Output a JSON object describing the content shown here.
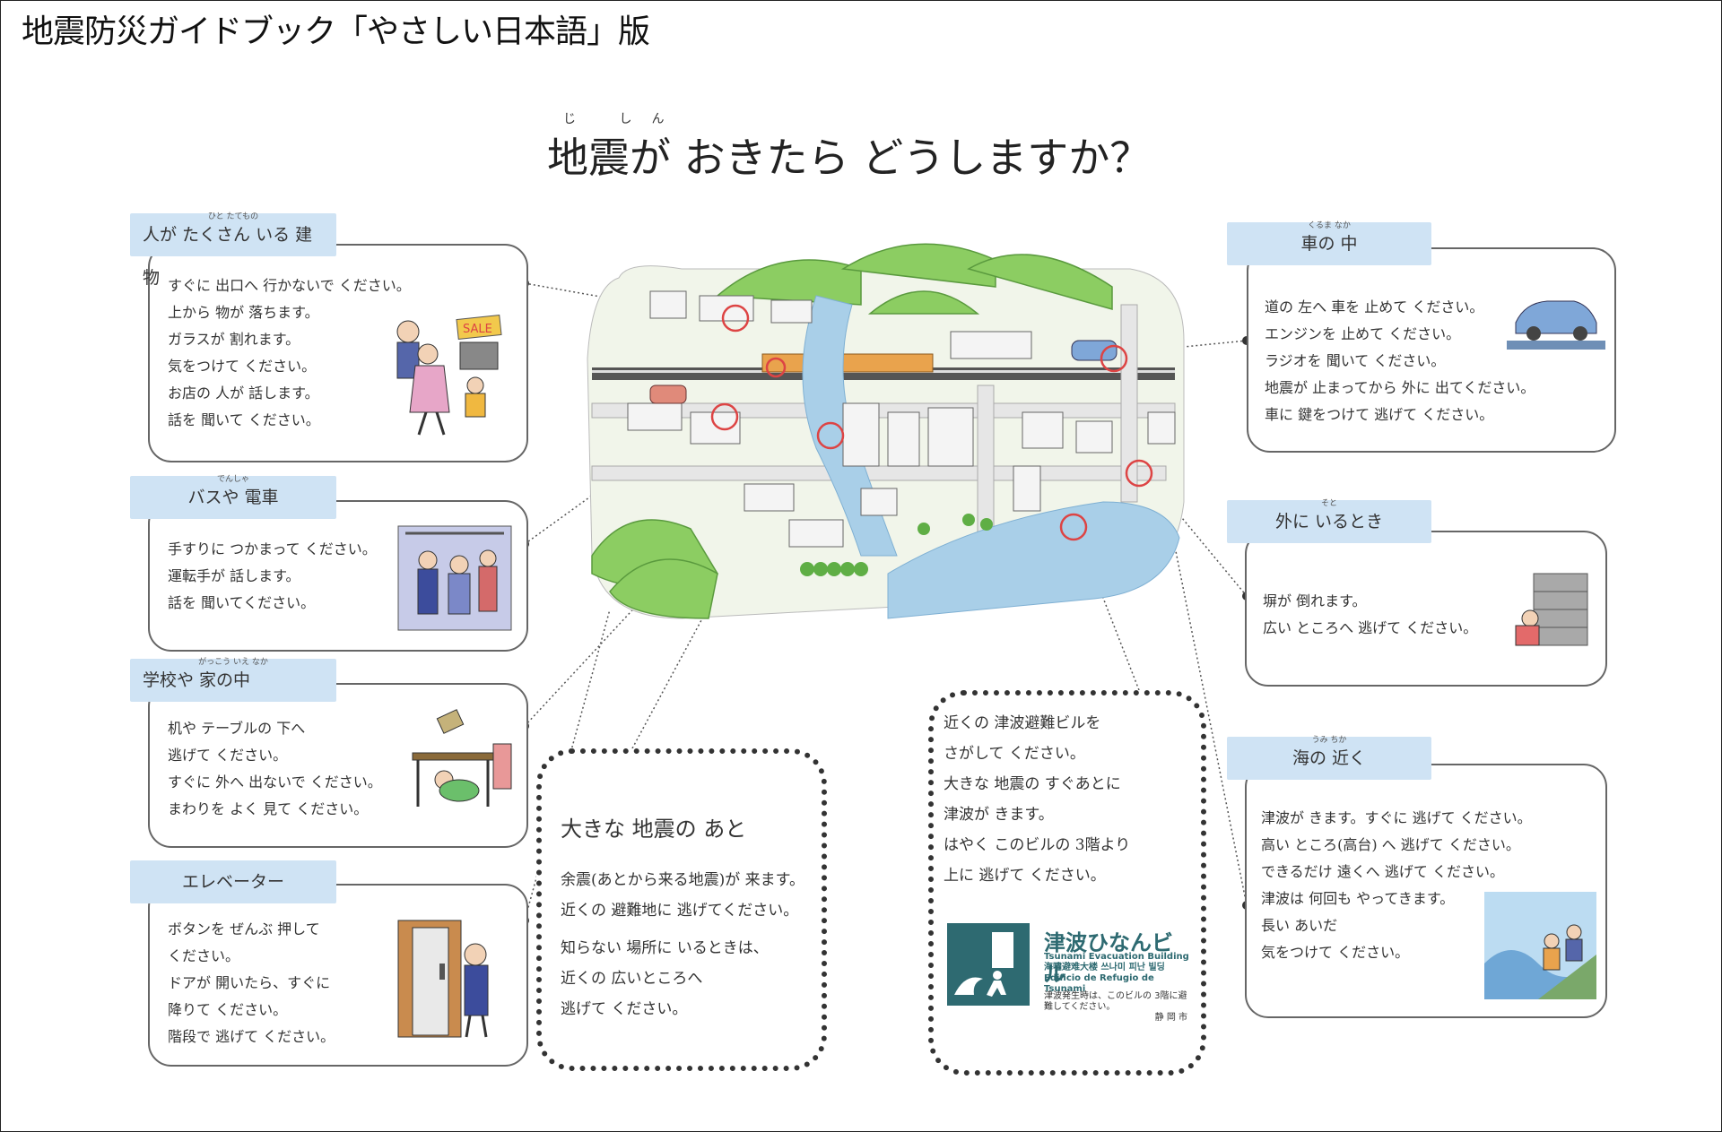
{
  "document": {
    "title": "地震防災ガイドブック「やさしい日本語」版",
    "heading": "地震が おきたら どうしますか？",
    "heading_ruby": "じ しん"
  },
  "panels": {
    "building": {
      "tab": "人が たくさん いる 建物",
      "tab_ruby": "ひと たてもの",
      "lines": [
        "すぐに 出口へ 行かないで ください。",
        "上から 物が 落ちます。",
        "ガラスが 割れます。",
        "気をつけて ください。",
        "お店の 人が 話します。",
        "話を 聞いて ください。"
      ],
      "sign_text": "SALE"
    },
    "bus": {
      "tab": "バスや 電車",
      "tab_ruby": "でんしゃ",
      "lines": [
        "手すりに つかまって ください。",
        "運転手が 話します。",
        "話を 聞いてください。"
      ]
    },
    "school": {
      "tab": "学校や 家の中",
      "tab_ruby": "がっこう いえ なか",
      "lines": [
        "机や テーブルの 下へ",
        "逃げて ください。",
        "すぐに 外へ 出ないで ください。",
        "まわりを よく 見て ください。"
      ]
    },
    "elevator": {
      "tab": "エレベーター",
      "lines": [
        "ボタンを ぜんぶ 押して",
        "ください。",
        "ドアが 開いたら、すぐに",
        "降りて ください。",
        "階段で 逃げて ください。"
      ]
    },
    "car": {
      "tab": "車の 中",
      "tab_ruby": "くるま なか",
      "lines": [
        "道の 左へ 車を 止めて ください。",
        "エンジンを 止めて ください。",
        "ラジオを 聞いて ください。",
        "地震が 止まってから 外に 出てください。",
        "車に 鍵をつけて 逃げて ください。"
      ]
    },
    "outside": {
      "tab": "外に いるとき",
      "tab_ruby": "そと",
      "lines": [
        "塀が 倒れます。",
        "広い ところへ 逃げて ください。"
      ]
    },
    "sea": {
      "tab": "海の 近く",
      "tab_ruby": "うみ ちか",
      "lines": [
        "津波が きます。すぐに 逃げて ください。",
        "高い ところ(高台) へ 逃げて ください。",
        "できるだけ 遠くへ 逃げて ください。",
        "津波は 何回も やってきます。",
        "長い あいだ",
        "気をつけて ください。"
      ]
    }
  },
  "after": {
    "title": "大きな 地震の あと",
    "lines": [
      "余震(あとから来る地震)が 来ます。",
      "近くの 避難地に 逃げてください。",
      "知らない 場所に いるときは、",
      "近くの 広いところへ",
      "逃げて ください。"
    ]
  },
  "tsunami_building": {
    "lines": [
      "近くの 津波避難ビルを",
      "さがして ください。",
      "大きな 地震の すぐあとに",
      "津波が きます。",
      "はやく このビルの 3階より",
      "上に 逃げて ください。"
    ],
    "sign_ja": "津波ひなんビル",
    "sign_en": "Tsunami Evacuation Building",
    "sign_zh_ko": "海嘯避难大楼 쓰나미 피난 빌딩",
    "sign_es": "Edificio de Refugio de Tsunami",
    "sign_note": "津波発生時は、このビルの 3階に避難してください。",
    "sign_city": "静 岡 市"
  },
  "colors": {
    "tab_bg": "#cfe3f4",
    "sign_teal": "#2e6a71",
    "hill_green": "#7cbf5a",
    "river_blue": "#a9cfe8"
  }
}
